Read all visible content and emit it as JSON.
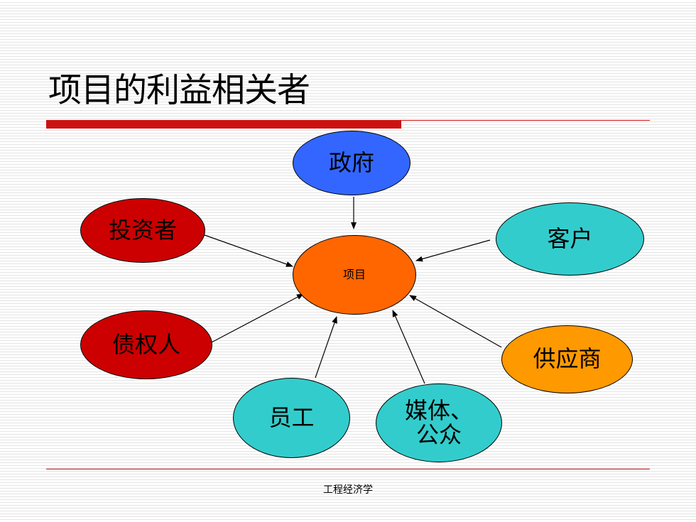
{
  "slide": {
    "title": "项目的利益相关者",
    "footer": "工程经济学"
  },
  "diagram": {
    "center": {
      "label": "项目",
      "color": "#ff6600"
    },
    "stakeholders": [
      {
        "key": "government",
        "label": "政府",
        "color": "#3366ff"
      },
      {
        "key": "investor",
        "label": "投资者",
        "color": "#cc0000"
      },
      {
        "key": "customer",
        "label": "客户",
        "color": "#33cccc"
      },
      {
        "key": "creditor",
        "label": "债权人",
        "color": "#cc0000"
      },
      {
        "key": "supplier",
        "label": "供应商",
        "color": "#ff9900"
      },
      {
        "key": "employee",
        "label": "员工",
        "color": "#33cccc"
      },
      {
        "key": "media",
        "label": "媒体、\n  公众",
        "color": "#33cccc"
      }
    ]
  }
}
